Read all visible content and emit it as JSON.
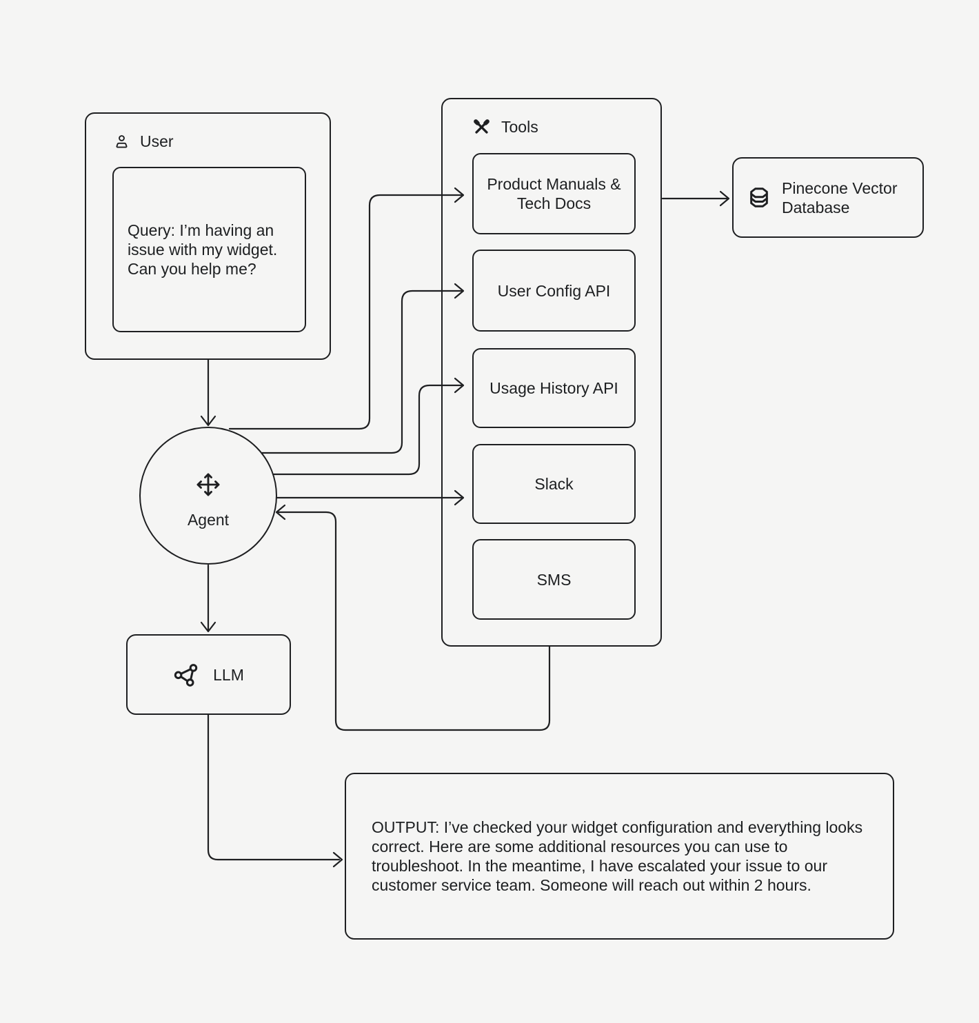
{
  "colors": {
    "background": "#f5f5f4",
    "stroke": "#1e1f21",
    "text": "#1d1f21"
  },
  "user": {
    "title": "User",
    "query": "Query: I’m having an issue with my widget. Can you help me?"
  },
  "agent": {
    "label": "Agent"
  },
  "tools": {
    "title": "Tools",
    "items": [
      {
        "label": "Product Manuals & Tech Docs"
      },
      {
        "label": "User Config API"
      },
      {
        "label": "Usage History API"
      },
      {
        "label": "Slack"
      },
      {
        "label": "SMS"
      }
    ]
  },
  "pinecone": {
    "label": "Pinecone Vector Database"
  },
  "llm": {
    "label": "LLM"
  },
  "output": {
    "text": "OUTPUT: I’ve checked your widget configuration and everything looks correct. Here are some additional resources you can use to troubleshoot. In the meantime, I have escalated your issue to our customer service team. Someone will reach out within 2 hours."
  }
}
